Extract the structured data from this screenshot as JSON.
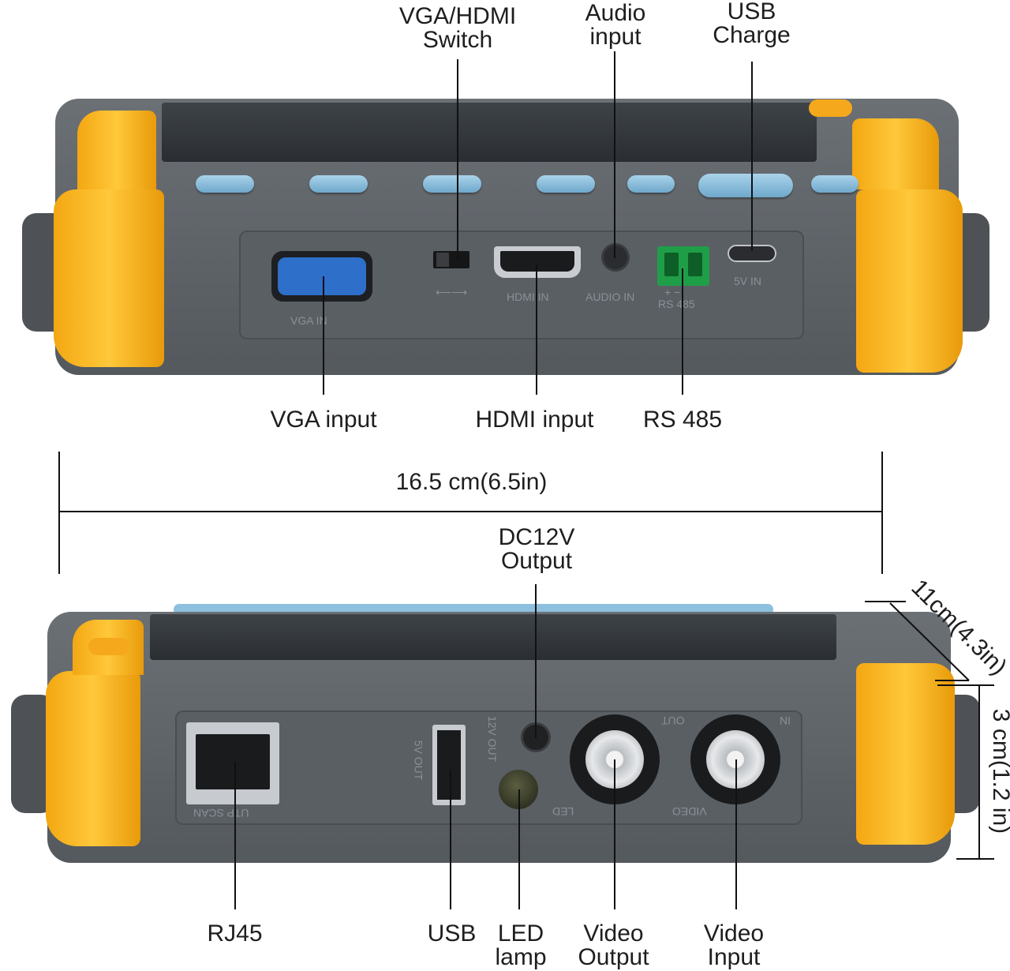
{
  "top_labels": {
    "switch": [
      "VGA/HDMI",
      "Switch"
    ],
    "audio": [
      "Audio",
      "input"
    ],
    "usb_charge": [
      "USB",
      "Charge"
    ]
  },
  "mid_labels": {
    "vga": "VGA input",
    "hdmi": "HDMI input",
    "rs485": "RS 485"
  },
  "dimensions": {
    "width": "16.5 cm(6.5in)",
    "depth": "11cm(4.3in)",
    "height": "3 cm(1.2 in)"
  },
  "dc_label": [
    "DC12V",
    "Output"
  ],
  "bottom_labels": {
    "rj45": "RJ45",
    "usb": "USB",
    "led": [
      "LED",
      "lamp"
    ],
    "video_out": [
      "Video",
      "Output"
    ],
    "video_in": [
      "Video",
      "Input"
    ]
  },
  "silkscreen_top": {
    "vga": "VGA IN",
    "switch": "⟵⟶",
    "hdmi": "HDMI IN",
    "audio": "AUDIO IN",
    "rs485": "RS 485",
    "rs485_pins": "+  −",
    "usb": "5V IN"
  },
  "silkscreen_bottom": {
    "rj45": "UTP SCAN",
    "usb": "5V OUT",
    "dc": "12V OUT",
    "led": "LED",
    "video": "VIDEO",
    "out": "OUT",
    "in": "IN"
  },
  "colors": {
    "body": "#5e6368",
    "bumper": "#f7b21f",
    "buttons": "#8cc0de"
  }
}
